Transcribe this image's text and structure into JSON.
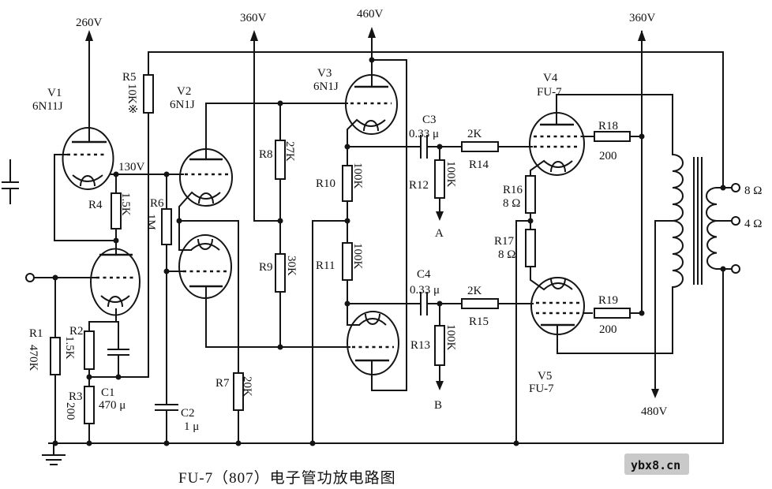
{
  "title": "FU-7（807）电子管功放电路图",
  "watermark": "ybx8.cn",
  "power_labels": {
    "v260": "260V",
    "v360_left": "360V",
    "v460": "460V",
    "v360_right": "360V",
    "v480": "480V"
  },
  "node_labels": {
    "v130": "130V",
    "point_a": "A",
    "point_b": "B"
  },
  "output_taps": {
    "tap_8ohm": "8 Ω",
    "tap_4ohm": "4 Ω"
  },
  "tubes": {
    "v1": {
      "ref": "V1",
      "type": "6N11J"
    },
    "v2": {
      "ref": "V2",
      "type": "6N1J"
    },
    "v3": {
      "ref": "V3",
      "type": "6N1J"
    },
    "v4": {
      "ref": "V4",
      "type": "FU-7"
    },
    "v5": {
      "ref": "V5",
      "type": "FU-7"
    }
  },
  "resistors": {
    "r1": {
      "ref": "R1",
      "value": "470K"
    },
    "r2": {
      "ref": "R2",
      "value": "1.5K"
    },
    "r3": {
      "ref": "R3",
      "value": "200"
    },
    "r4": {
      "ref": "R4",
      "value": "1.5K"
    },
    "r5": {
      "ref": "R5",
      "value": "10K※"
    },
    "r6": {
      "ref": "R6",
      "value": "1M"
    },
    "r7": {
      "ref": "R7",
      "value": "20K"
    },
    "r8": {
      "ref": "R8",
      "value": "27K"
    },
    "r9": {
      "ref": "R9",
      "value": "30K"
    },
    "r10": {
      "ref": "R10",
      "value": "100K"
    },
    "r11": {
      "ref": "R11",
      "value": "100K"
    },
    "r12": {
      "ref": "R12",
      "value": "100K"
    },
    "r13": {
      "ref": "R13",
      "value": "100K"
    },
    "r14": {
      "ref": "R14",
      "value": "2K"
    },
    "r15": {
      "ref": "R15",
      "value": "2K"
    },
    "r16": {
      "ref": "R16",
      "value": "8 Ω"
    },
    "r17": {
      "ref": "R17",
      "value": "8 Ω"
    },
    "r18": {
      "ref": "R18",
      "value": "200"
    },
    "r19": {
      "ref": "R19",
      "value": "200"
    }
  },
  "capacitors": {
    "c1": {
      "ref": "C1",
      "value": "470 μ"
    },
    "c2": {
      "ref": "C2",
      "value": "1 μ"
    },
    "c3": {
      "ref": "C3",
      "value": "0.33 μ"
    },
    "c4": {
      "ref": "C4",
      "value": "0.33 μ"
    }
  }
}
